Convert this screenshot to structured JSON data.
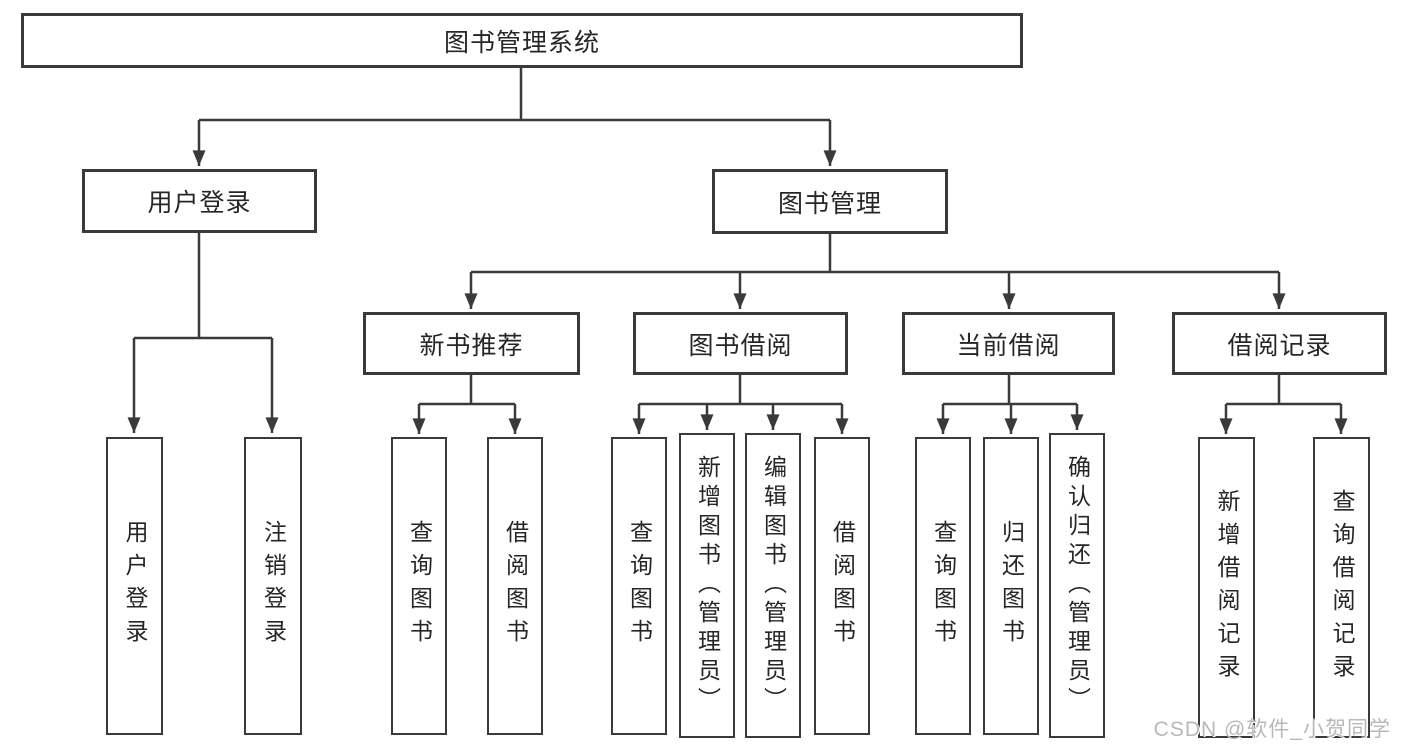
{
  "diagram": {
    "root_label": "图书管理系统",
    "branches": [
      {
        "label": "用户登录",
        "children": [
          {
            "label": "用户登录"
          },
          {
            "label": "注销登录"
          }
        ]
      },
      {
        "label": "图书管理",
        "groups": [
          {
            "label": "新书推荐",
            "children": [
              {
                "label": "查询图书"
              },
              {
                "label": "借阅图书"
              }
            ]
          },
          {
            "label": "图书借阅",
            "children": [
              {
                "label": "查询图书"
              },
              {
                "label": "新增图书（管理员）"
              },
              {
                "label": "编辑图书（管理员）"
              },
              {
                "label": "借阅图书"
              }
            ]
          },
          {
            "label": "当前借阅",
            "children": [
              {
                "label": "查询图书"
              },
              {
                "label": "归还图书"
              },
              {
                "label": "确认归还（管理员）"
              }
            ]
          },
          {
            "label": "借阅记录",
            "children": [
              {
                "label": "新增借阅记录"
              },
              {
                "label": "查询借阅记录"
              }
            ]
          }
        ]
      }
    ]
  },
  "watermark": {
    "text": "CSDN @软件_小贺同学"
  },
  "colors": {
    "line": "#3a3a3a",
    "text": "#262626",
    "background": "#ffffff",
    "watermark": "#b8b8b8"
  }
}
